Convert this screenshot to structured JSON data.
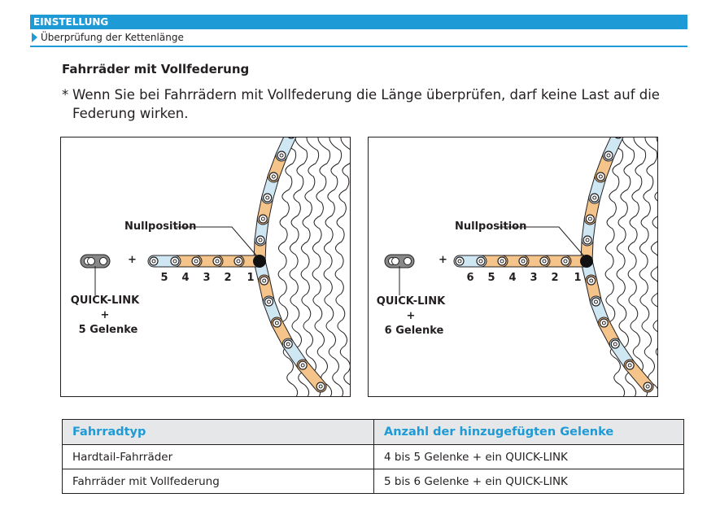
{
  "header": {
    "section": "EINSTELLUNG",
    "subsection": "Überprüfung der Kettenlänge"
  },
  "title": "Fahrräder mit Vollfederung",
  "note": {
    "marker": "*",
    "text": "Wenn Sie bei Fahrrädern mit Vollfederung die Länge überprüfen, darf keine Last auf die Federung wirken."
  },
  "diagrams": [
    {
      "zero_label": "Nullposition",
      "plus": "+",
      "quick_link": "QUICK-LINK",
      "plus2": "+",
      "links_label": "5 Gelenke",
      "numbers": [
        "5",
        "4",
        "3",
        "2",
        "1"
      ]
    },
    {
      "zero_label": "Nullposition",
      "plus": "+",
      "quick_link": "QUICK-LINK",
      "plus2": "+",
      "links_label": "6 Gelenke",
      "numbers": [
        "6",
        "5",
        "4",
        "3",
        "2",
        "1"
      ]
    }
  ],
  "table": {
    "headers": [
      "Fahrradtyp",
      "Anzahl der hinzugefügten Gelenke"
    ],
    "rows": [
      [
        "Hardtail-Fahrräder",
        "4 bis 5 Gelenke + ein QUICK-LINK"
      ],
      [
        "Fahrräder mit Vollfederung",
        "5 bis 6 Gelenke + ein QUICK-LINK"
      ]
    ]
  },
  "colors": {
    "accent": "#1e9ad6",
    "outer_plate": "#f5c48a",
    "inner_plate": "#cfe6f3"
  }
}
